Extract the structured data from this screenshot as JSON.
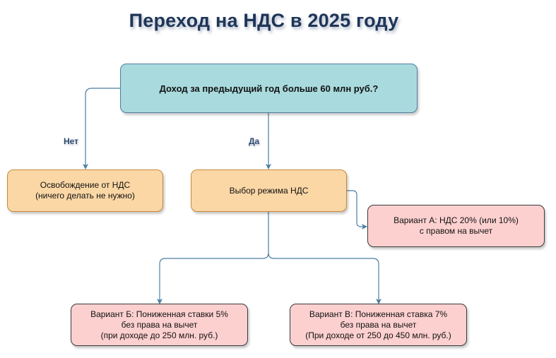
{
  "title": "Переход на НДС в 2025 году",
  "nodes": {
    "question": "Доход за предыдущий год больше 60 млн руб.?",
    "exemption": "Освобождение от НДС\n(ничего делать не нужно)",
    "choose_mode": "Выбор режима НДС",
    "variant_a": "Вариант А: НДС 20% (или 10%)\nс правом на вычет",
    "variant_b": "Вариант Б: Пониженная ставки 5%\nбез права на вычет\n(при доходе до 250 млн. руб.)",
    "variant_v": "Вариант В: Пониженная ставка 7%\nбез права на вычет\n(При доходе от 250 до 450 млн. руб.)"
  },
  "edges": {
    "no_label": "Нет",
    "yes_label": "Да"
  },
  "colors": {
    "title": "#1e3557",
    "question_fill": "#a9dade",
    "mode_fill": "#fbd7a6",
    "variant_fill": "#fdd0d0",
    "connector": "#4a7ea3"
  }
}
